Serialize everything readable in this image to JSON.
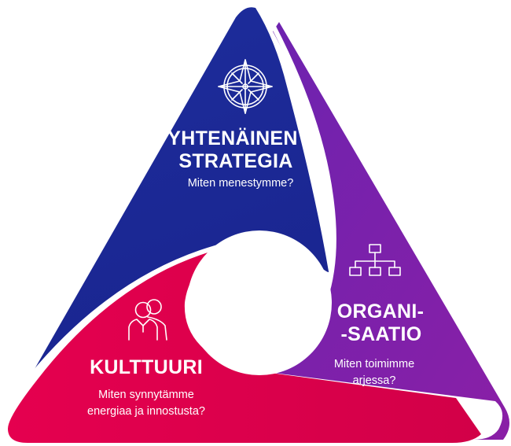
{
  "colors": {
    "strategy": "#1d2d9c",
    "organization": "#8a1fa6",
    "culture": "#e5004f",
    "separator": "#ffffff"
  },
  "segments": {
    "strategy": {
      "title_line1": "YHTENÄINEN",
      "title_line2": "STRATEGIA",
      "subtitle": "Miten menestymme?",
      "icon": "compass-icon"
    },
    "organization": {
      "title_line1": "ORGANI-",
      "title_line2": "-SAATIO",
      "subtitle_line1": "Miten toimimme",
      "subtitle_line2": "arjessa?",
      "icon": "org-chart-icon"
    },
    "culture": {
      "title": "KULTTUURI",
      "subtitle_line1": "Miten synnytämme",
      "subtitle_line2": "energiaa ja innostusta?",
      "icon": "people-icon"
    }
  }
}
